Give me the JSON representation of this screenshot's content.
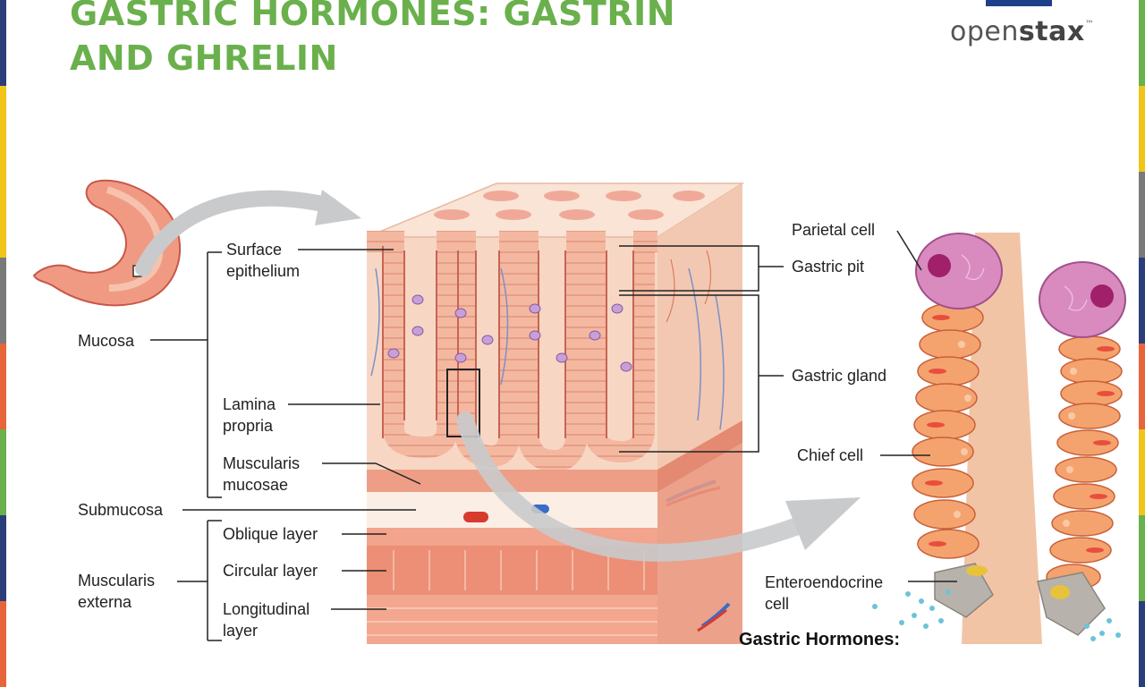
{
  "slide": {
    "title": "GASTRIC HORMONES: GASTRIN\nAND GHRELIN",
    "caption": "Gastric Hormones:"
  },
  "logo": {
    "prefix": "open",
    "suffix": "stax",
    "mark": "™"
  },
  "colors": {
    "title_green": "#6ab04c",
    "tissue": "#f7d7c4",
    "muscle": "#e88c74",
    "cell_orange": "#f5a36e",
    "parietal_pink": "#d98bbf",
    "enteroendocrine_gray": "#b8b2ac",
    "arrow_gray": "#c9cacc"
  },
  "edge_colors": [
    "#2a3f7a",
    "#f0c419",
    "#7a7a7a",
    "#e8653c",
    "#6ab04c",
    "#f0c419",
    "#2a3f7a",
    "#e8653c"
  ],
  "labels": {
    "surface_epithelium": "Surface\nepithelium",
    "mucosa": "Mucosa",
    "lamina_propria": "Lamina\npropria",
    "muscularis_mucosae": "Muscularis\nmucosae",
    "submucosa": "Submucosa",
    "oblique_layer": "Oblique layer",
    "circular_layer": "Circular layer",
    "longitudinal_layer": "Longitudinal\nlayer",
    "muscularis_externa": "Muscularis\nexterna",
    "parietal_cell": "Parietal cell",
    "gastric_pit": "Gastric pit",
    "gastric_gland": "Gastric gland",
    "chief_cell": "Chief cell",
    "enteroendocrine_cell": "Enteroendocrine\ncell"
  }
}
